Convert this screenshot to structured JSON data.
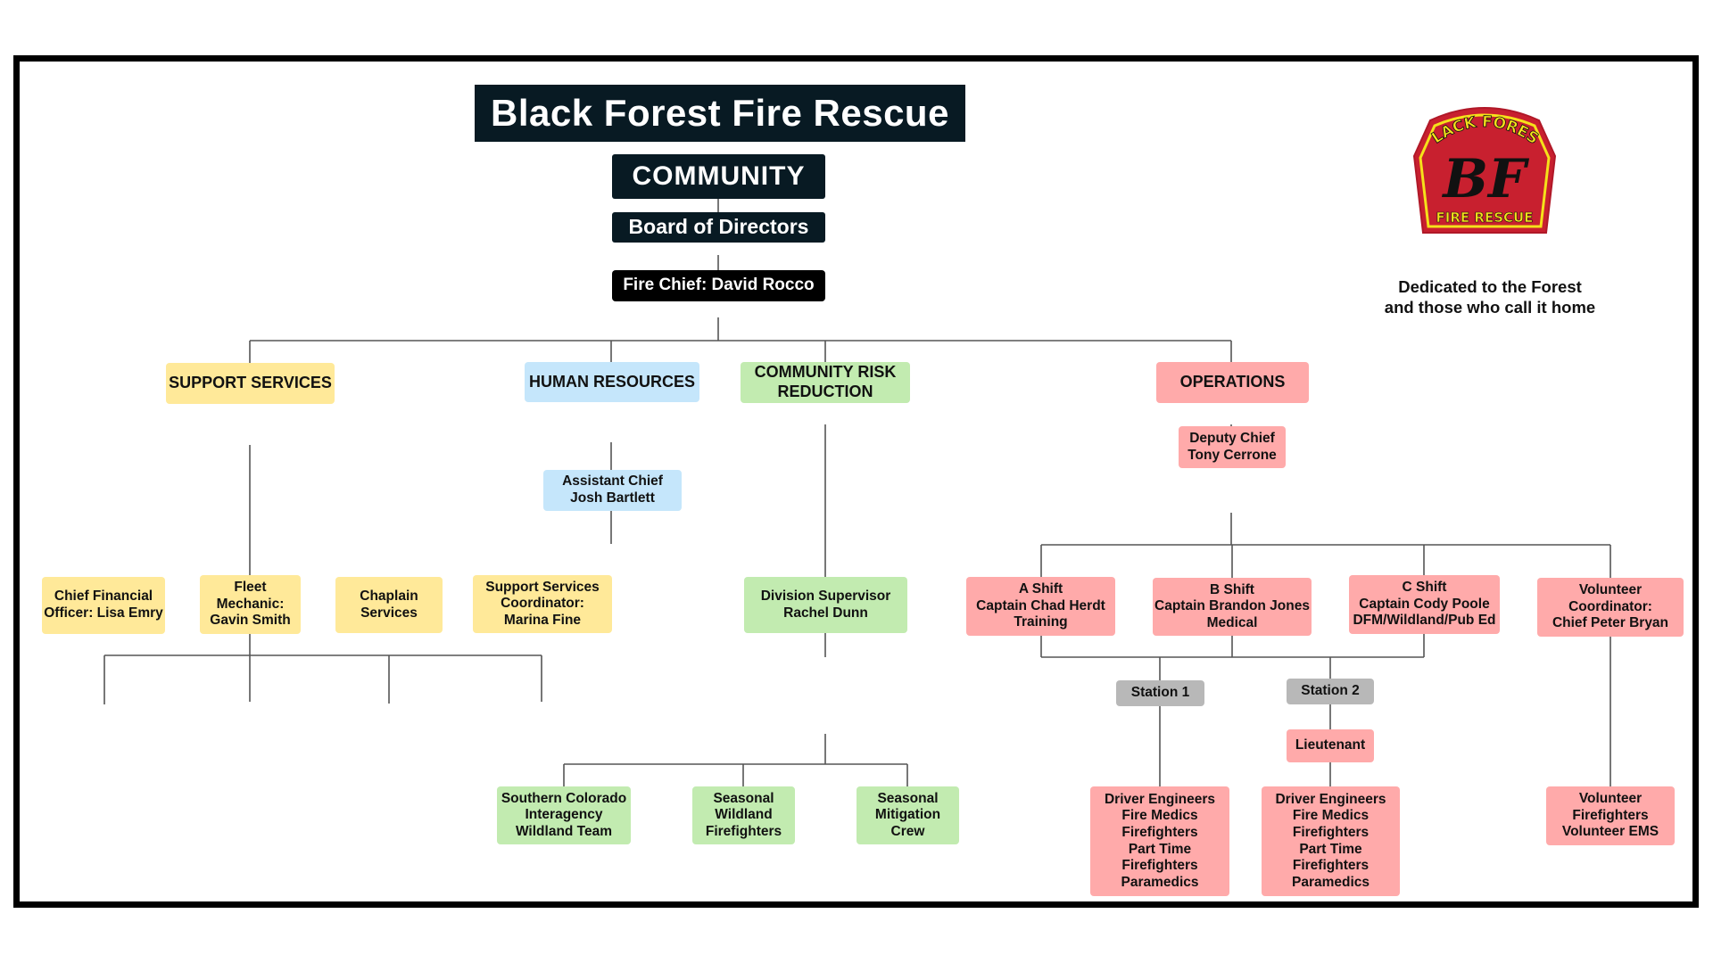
{
  "title": "Black Forest Fire Rescue",
  "logo": {
    "top_text": "BLACK FOREST",
    "monogram": "BF",
    "bottom_text": "FIRE RESCUE",
    "colors": {
      "shield": "#c8202f",
      "trim": "#f5e11a",
      "monogram": "#111111"
    }
  },
  "tagline": "Dedicated to the Forest\nand those who call it home",
  "colors": {
    "leadership": "#081a23",
    "chief": "#000000",
    "support_services": "#ffe999",
    "human_resources": "#c5e6fb",
    "community_risk_reduction": "#c2ebb0",
    "operations": "#ffaaaa",
    "station": "#b8b8b8"
  },
  "nodes": {
    "community": "COMMUNITY",
    "board": "Board of Directors",
    "fire_chief": "Fire Chief: David Rocco",
    "support_services": "SUPPORT SERVICES",
    "human_resources": "HUMAN RESOURCES",
    "community_risk_reduction": "COMMUNITY RISK\nREDUCTION",
    "operations": "OPERATIONS",
    "cfo": "Chief Financial\nOfficer: Lisa Emry",
    "fleet": "Fleet\nMechanic:\nGavin Smith",
    "chaplain": "Chaplain\nServices",
    "ss_coordinator": "Support Services\nCoordinator:\nMarina Fine",
    "assistant_chief": "Assistant Chief\nJosh Bartlett",
    "division_supervisor": "Division Supervisor\nRachel Dunn",
    "sciwt": "Southern Colorado\nInteragency\nWildland Team",
    "seasonal_wildland": "Seasonal\nWildland\nFirefighters",
    "seasonal_mitigation": "Seasonal\nMitigation\nCrew",
    "deputy_chief": "Deputy Chief\nTony Cerrone",
    "a_shift": "A Shift\nCaptain Chad Herdt\nTraining",
    "b_shift": "B Shift\nCaptain Brandon Jones\nMedical",
    "c_shift": "C Shift\nCaptain Cody Poole\nDFM/Wildland/Pub Ed",
    "volunteer_coordinator": "Volunteer\nCoordinator:\nChief Peter Bryan",
    "station_1": "Station 1",
    "station_2": "Station 2",
    "lieutenant": "Lieutenant",
    "station_1_crew": "Driver Engineers\nFire Medics\nFirefighters\nPart Time\nFirefighters\nParamedics",
    "station_2_crew": "Driver Engineers\nFire Medics\nFirefighters\nPart Time\nFirefighters\nParamedics",
    "volunteers": "Volunteer\nFirefighters\nVolunteer EMS"
  }
}
